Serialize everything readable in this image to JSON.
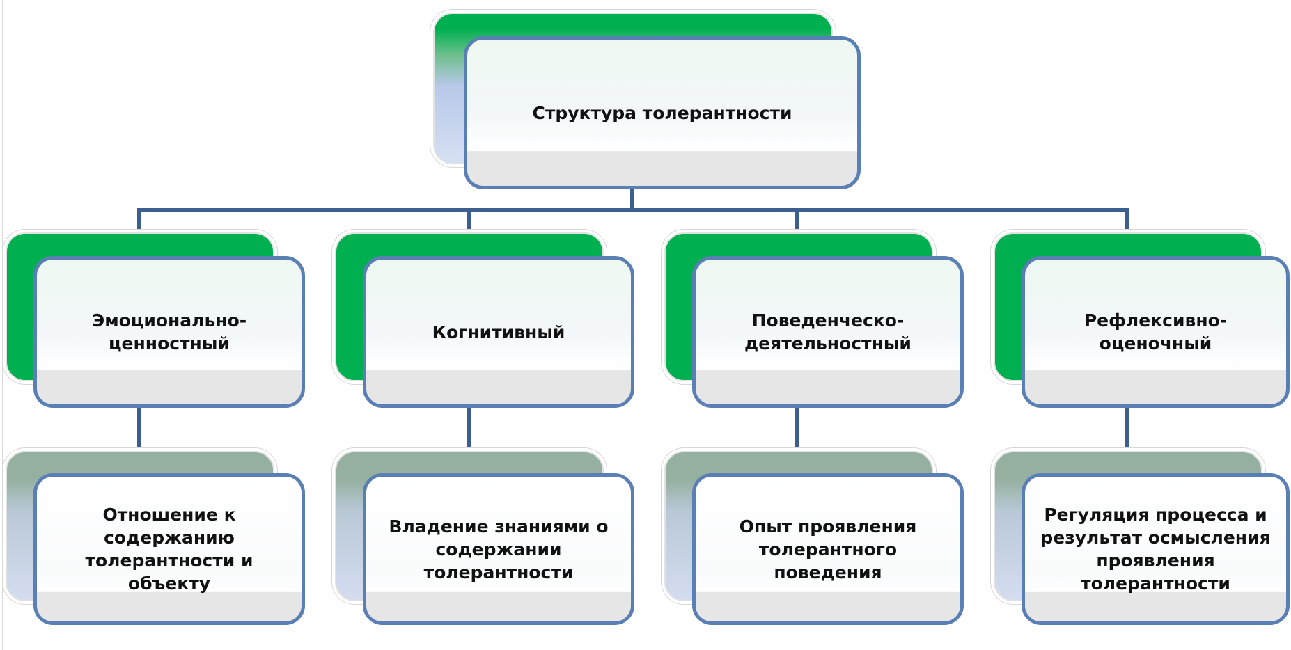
{
  "root": {
    "label": "Структура толерантности"
  },
  "components": [
    {
      "label": "Эмоционально-\nценностный",
      "detail": "Отношение к\nсодержанию\nтолерантности и\nобъекту"
    },
    {
      "label": "Когнитивный",
      "detail": "Владение знаниями о\nсодержании\nтолерантности"
    },
    {
      "label": "Поведенческо-\nдеятельностный",
      "detail": "Опыт проявления\nтолерантного\nповедения"
    },
    {
      "label": "Рефлексивно-\nоценочный",
      "detail": "Регуляция процесса и\nрезультат осмысления\nпроявления\nтолерантности"
    }
  ],
  "colors": {
    "connector": "#3d5f8f",
    "front_border": "#5a7fb5",
    "accent_green": "#00b050",
    "muted_green": "#95b0a0",
    "shadow_band": "#e6e6e6"
  }
}
